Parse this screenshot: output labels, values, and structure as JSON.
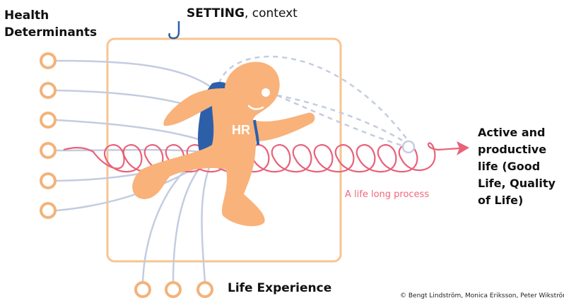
{
  "labels": {
    "health_determinants": "Health Determinants",
    "setting_bold": "SETTING",
    "setting_rest": ", context",
    "life_experience": "Life Experience",
    "outcome": "Active and productive life (Good Life, Quality of Life)",
    "process": "A life long process",
    "figure_text": "HR",
    "credit": "© Bengt Lindström, Monica Eriksson, Peter Wikström"
  },
  "colors": {
    "setting_box": "#f7c590",
    "circles": "#f3b37a",
    "lines": "#c4cce0",
    "figure": "#f9b27a",
    "backpack": "#2d5fa9",
    "spiral": "#e8627a",
    "hook": "#2d5fa9"
  }
}
